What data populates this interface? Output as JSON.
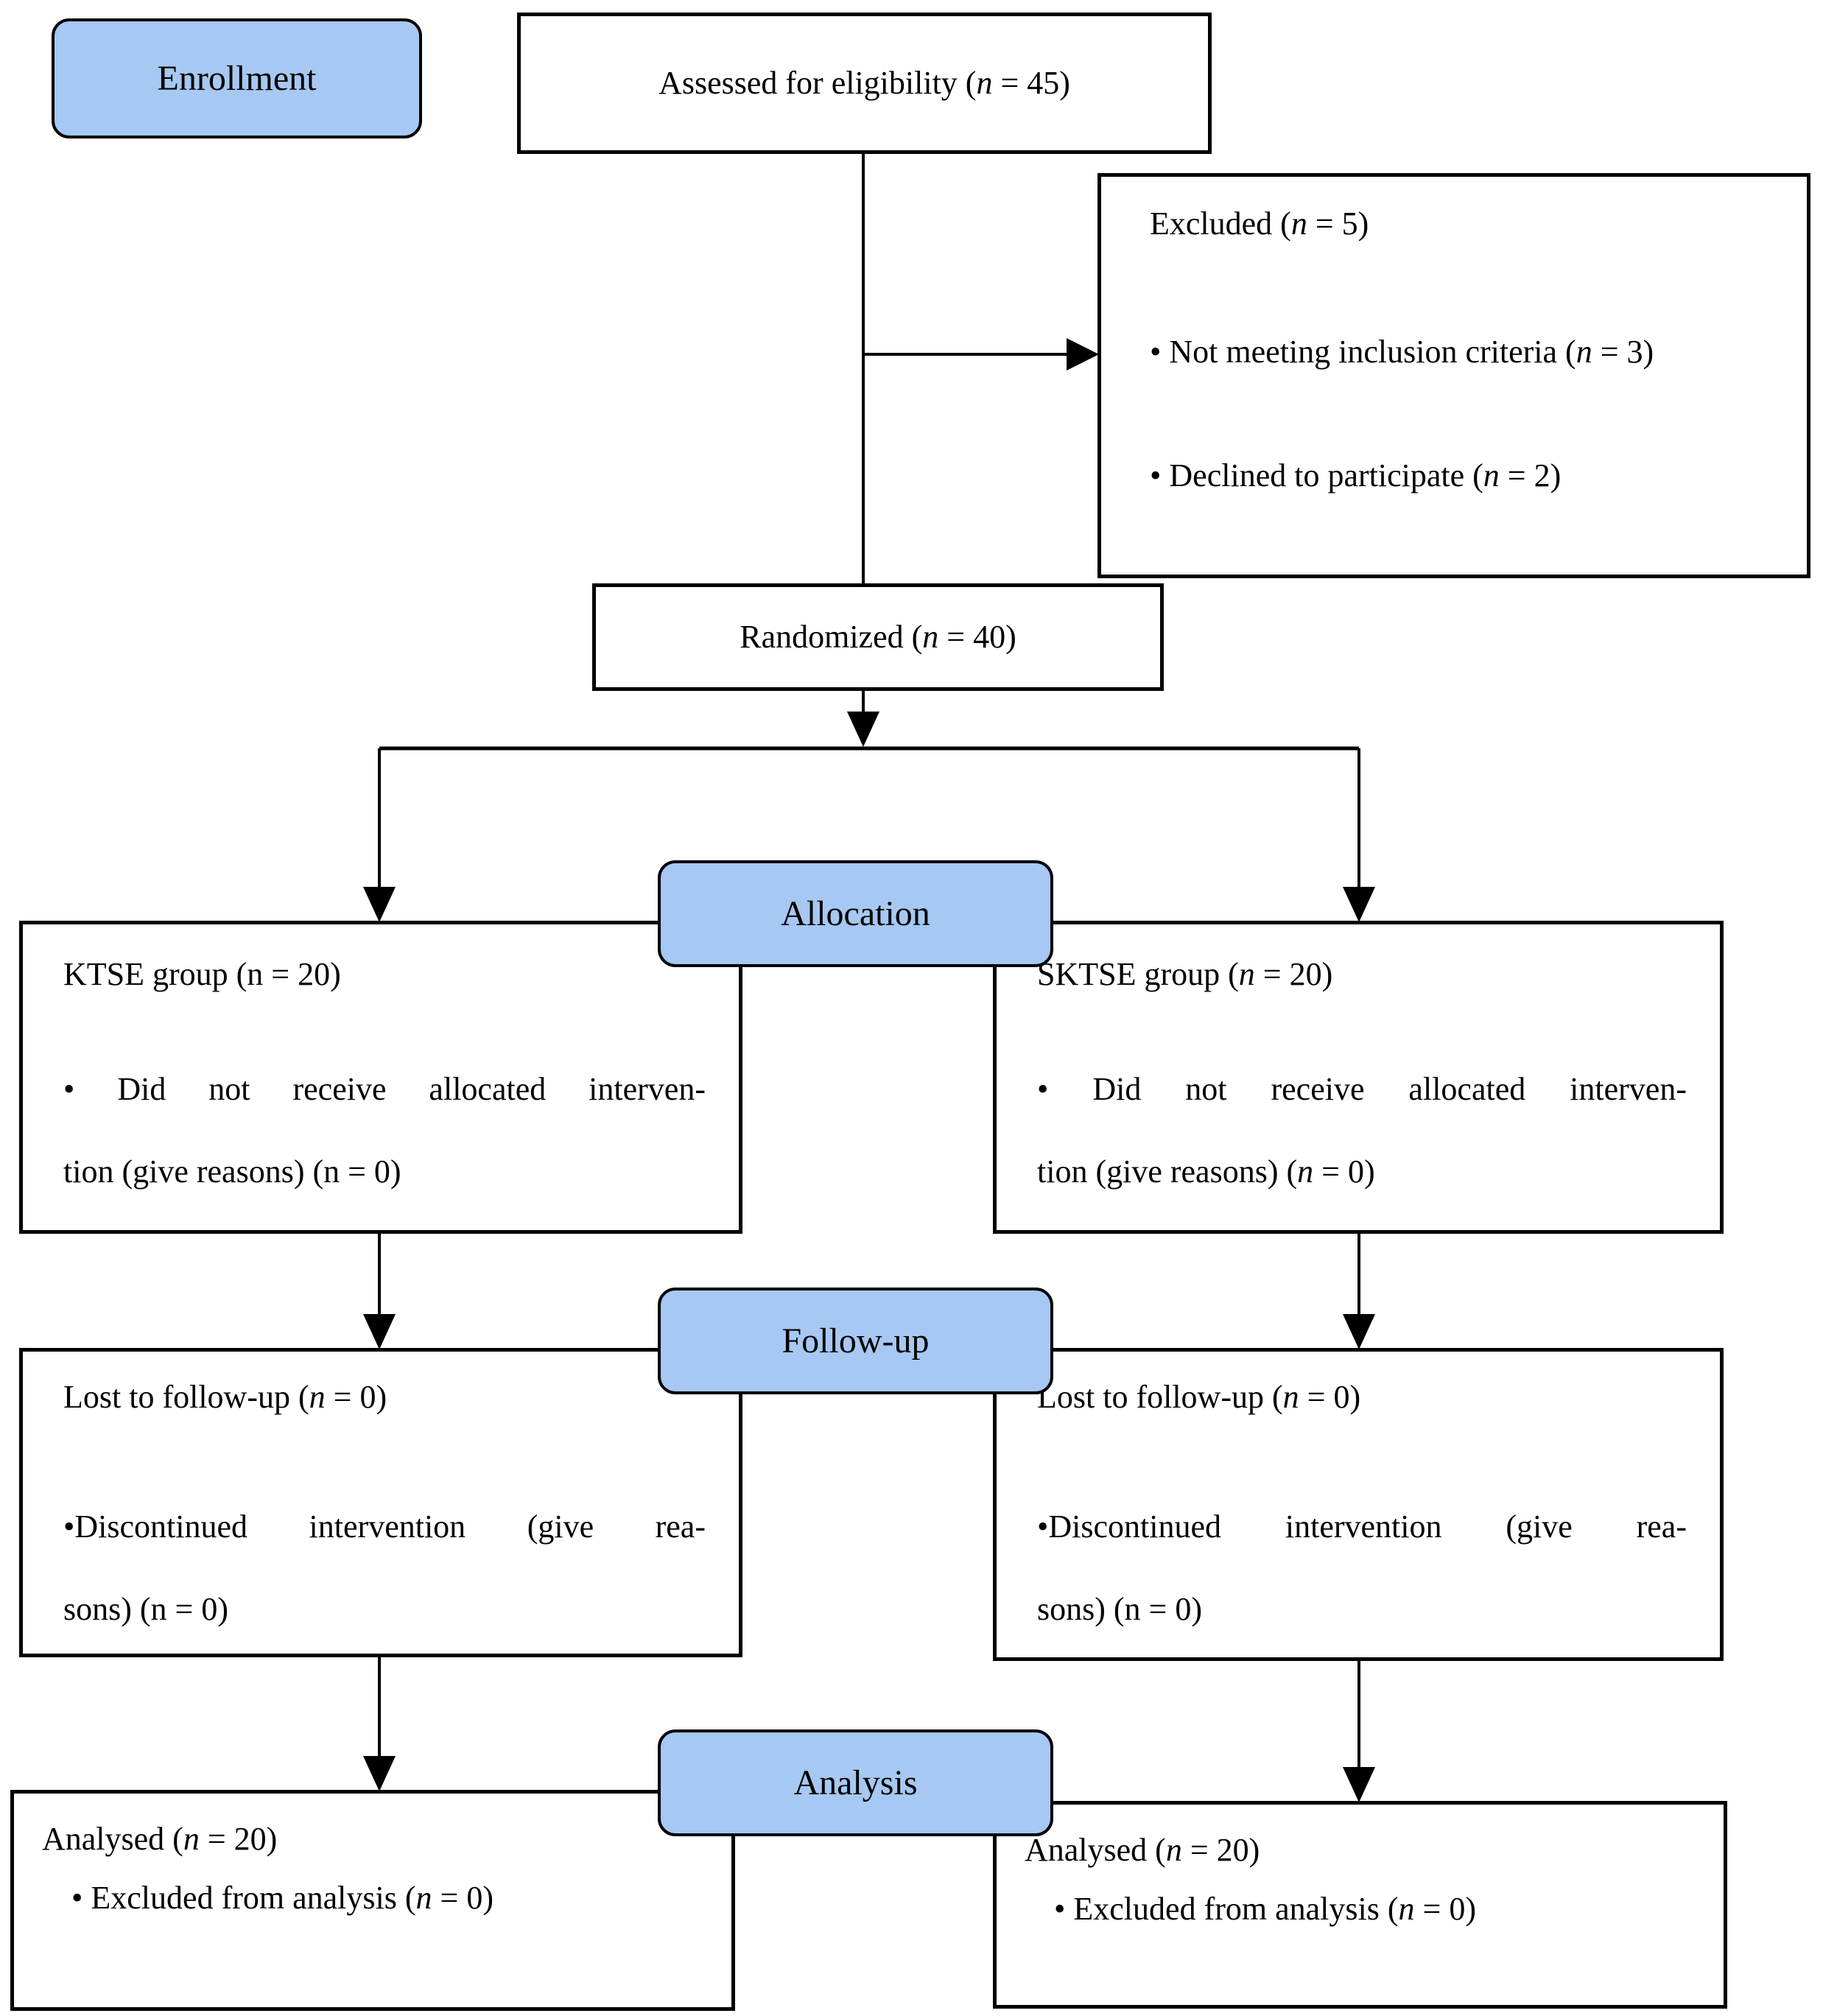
{
  "stages": {
    "enrollment": "Enrollment",
    "allocation": "Allocation",
    "followup": "Follow-up",
    "analysis": "Analysis"
  },
  "boxes": {
    "assessed": {
      "text": "Assessed for eligibility (n = 45)"
    },
    "excluded": {
      "line1": "Excluded (n = 5)",
      "line2": "• Not meeting inclusion criteria (n = 3)",
      "line3": "• Declined to participate (n = 2)"
    },
    "randomized": {
      "text": "Randomized (n = 40)"
    },
    "ktse": {
      "title": "KTSE group (n = 20)",
      "bullet_line1": "• Did not receive allocated interven-",
      "bullet_line2": "tion (give reasons) (n = 0)"
    },
    "sktse": {
      "title": "SKTSE group (n = 20)",
      "bullet_line1": "• Did not receive allocated interven-",
      "bullet_line2": "tion (give reasons) (n = 0)"
    },
    "lost_left": {
      "title": "Lost to follow-up (n = 0)",
      "bullet_line1": "•Discontinued intervention (give rea-",
      "bullet_line2": "sons) (n = 0)"
    },
    "lost_right": {
      "title": "Lost to follow-up (n = 0)",
      "bullet_line1": "•Discontinued intervention (give rea-",
      "bullet_line2": "sons) (n = 0)"
    },
    "analysed_left": {
      "title": "Analysed (n = 20)",
      "bullet": "• Excluded from analysis (n = 0)"
    },
    "analysed_right": {
      "title": "Analysed (n = 20)",
      "bullet": "• Excluded from analysis (n = 0)"
    }
  },
  "colors": {
    "stage_fill": "#a6c8f2",
    "box_border": "#000000",
    "text": "#000000",
    "background": "#ffffff"
  }
}
